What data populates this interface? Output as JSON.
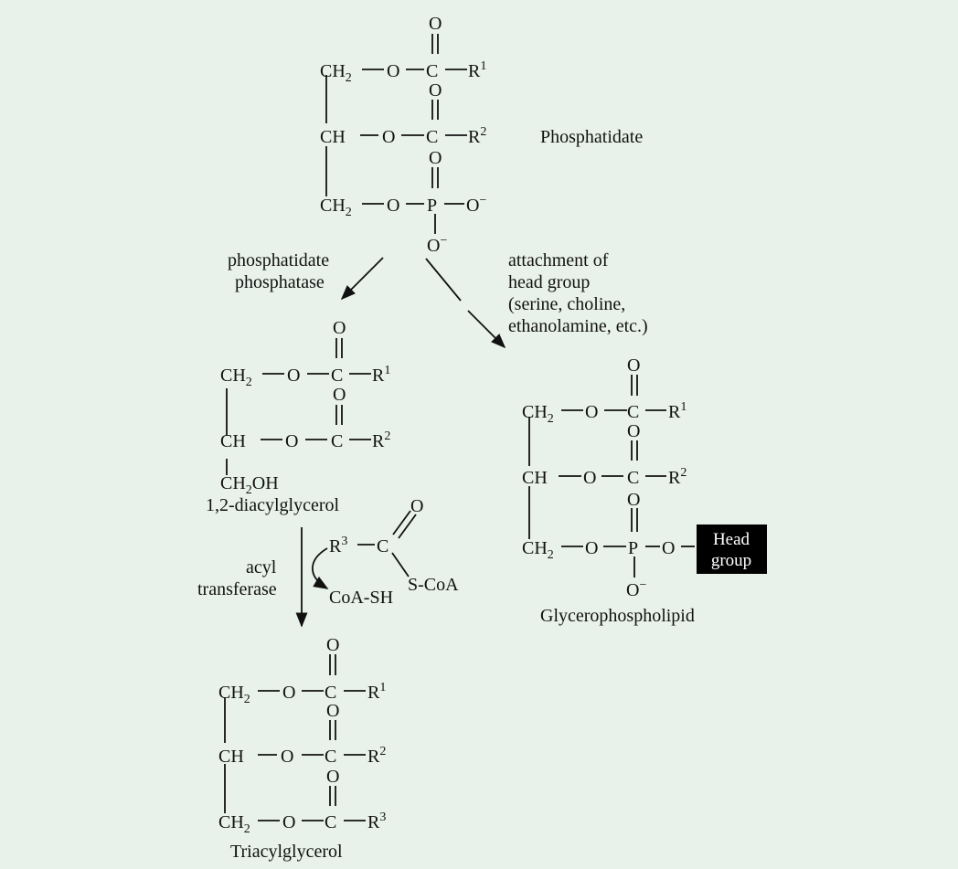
{
  "phosphatidate": {
    "name": "Phosphatidate",
    "row1": {
      "carbon": "CH",
      "sub2": "2",
      "o": "O",
      "c": "C",
      "r": "R",
      "sup": "1",
      "oxo": "O"
    },
    "row2": {
      "carbon": "CH",
      "o": "O",
      "c": "C",
      "r": "R",
      "sup": "2",
      "oxo": "O"
    },
    "row3": {
      "carbon": "CH",
      "sub2": "2",
      "o": "O",
      "p": "P",
      "o_right": "O",
      "minus_right": "−",
      "o_bottom": "O",
      "minus_bottom": "−",
      "oxo": "O"
    }
  },
  "enzymes": {
    "phosphatase": [
      "phosphatidate",
      "phosphatase"
    ],
    "head_group": [
      "attachment of",
      "head group",
      "(serine, choline,",
      "ethanolamine, etc.)"
    ],
    "acyl_transferase": [
      "acyl",
      "transferase"
    ]
  },
  "diacylglycerol": {
    "name": "1,2-diacylglycerol",
    "row1": {
      "carbon": "CH",
      "sub2": "2",
      "o": "O",
      "c": "C",
      "r": "R",
      "sup": "1",
      "oxo": "O"
    },
    "row2": {
      "carbon": "CH",
      "o": "O",
      "c": "C",
      "r": "R",
      "sup": "2",
      "oxo": "O"
    },
    "row3": {
      "carbon": "CH",
      "sub2": "2",
      "oh": "OH"
    }
  },
  "acyl_coa": {
    "r": "R",
    "sup": "3",
    "c": "C",
    "oxo": "O",
    "scoa": "S-CoA",
    "product": "CoA-SH"
  },
  "glycerophospholipid": {
    "name": "Glycerophospholipid",
    "row1": {
      "carbon": "CH",
      "sub2": "2",
      "o": "O",
      "c": "C",
      "r": "R",
      "sup": "1",
      "oxo": "O"
    },
    "row2": {
      "carbon": "CH",
      "o": "O",
      "c": "C",
      "r": "R",
      "sup": "2",
      "oxo": "O"
    },
    "row3": {
      "carbon": "CH",
      "sub2": "2",
      "o": "O",
      "p": "P",
      "o_right": "O",
      "o_bottom": "O",
      "minus_bottom": "−",
      "oxo": "O"
    },
    "head_group": [
      "Head",
      "group"
    ]
  },
  "triacylglycerol": {
    "name": "Triacylglycerol",
    "row1": {
      "carbon": "CH",
      "sub2": "2",
      "o": "O",
      "c": "C",
      "r": "R",
      "sup": "1",
      "oxo": "O"
    },
    "row2": {
      "carbon": "CH",
      "o": "O",
      "c": "C",
      "r": "R",
      "sup": "2",
      "oxo": "O"
    },
    "row3": {
      "carbon": "CH",
      "sub2": "2",
      "o": "O",
      "c": "C",
      "r": "R",
      "sup": "3",
      "oxo": "O"
    }
  },
  "colors": {
    "panel": "#e8f2ea",
    "ink": "#111111",
    "head_box": "#000000",
    "head_text": "#ffffff"
  }
}
